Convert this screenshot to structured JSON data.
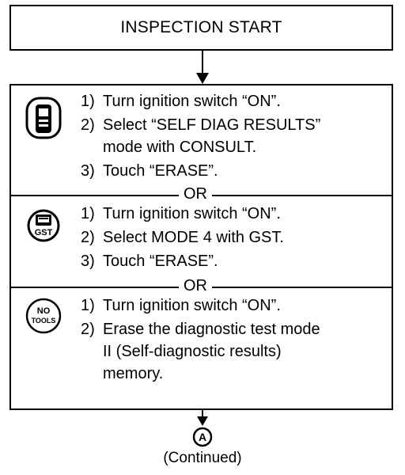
{
  "start": {
    "label": "INSPECTION START"
  },
  "sections": [
    {
      "icon": "consult-tool-icon",
      "steps": [
        {
          "num": "1)",
          "lines": [
            "Turn ignition switch “ON”."
          ]
        },
        {
          "num": "2)",
          "lines": [
            "Select “SELF DIAG RESULTS”",
            "mode with CONSULT."
          ]
        },
        {
          "num": "3)",
          "lines": [
            "Touch “ERASE”."
          ]
        }
      ]
    },
    {
      "icon": "gst-tool-icon",
      "icon_text": "GST",
      "steps": [
        {
          "num": "1)",
          "lines": [
            "Turn ignition switch “ON”."
          ]
        },
        {
          "num": "2)",
          "lines": [
            "Select MODE 4 with GST."
          ]
        },
        {
          "num": "3)",
          "lines": [
            "Touch “ERASE”."
          ]
        }
      ]
    },
    {
      "icon": "no-tools-icon",
      "icon_text": [
        "NO",
        "TOOLS"
      ],
      "steps": [
        {
          "num": "1)",
          "lines": [
            "Turn ignition switch “ON”."
          ]
        },
        {
          "num": "2)",
          "lines": [
            "Erase the diagnostic test mode",
            "II (Self-diagnostic results)",
            "memory."
          ]
        }
      ]
    }
  ],
  "separator": "OR",
  "connector": {
    "label": "A"
  },
  "continued": "(Continued)"
}
